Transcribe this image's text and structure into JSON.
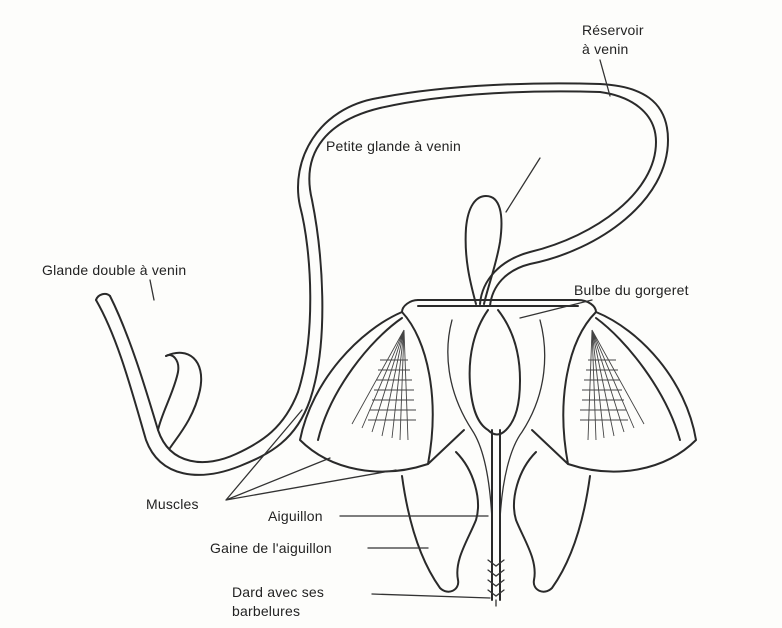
{
  "labels": {
    "reservoir_line1": "Réservoir",
    "reservoir_line2": "à venin",
    "small_gland": "Petite glande à venin",
    "double_gland": "Glande double à venin",
    "bulb": "Bulbe du gorgeret",
    "muscles": "Muscles",
    "sting": "Aiguillon",
    "sheath": "Gaine de l'aiguillon",
    "dart_line1": "Dard avec ses",
    "dart_line2": "barbelures"
  }
}
